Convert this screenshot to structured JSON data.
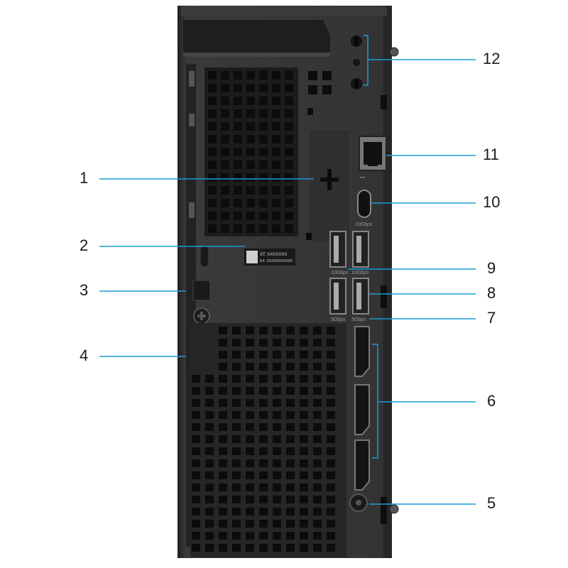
{
  "figure": {
    "callouts": [
      {
        "number": "1",
        "side": "left"
      },
      {
        "number": "2",
        "side": "left"
      },
      {
        "number": "3",
        "side": "left"
      },
      {
        "number": "4",
        "side": "left"
      },
      {
        "number": "5",
        "side": "right"
      },
      {
        "number": "6",
        "side": "right"
      },
      {
        "number": "7",
        "side": "right"
      },
      {
        "number": "8",
        "side": "right"
      },
      {
        "number": "9",
        "side": "right"
      },
      {
        "number": "10",
        "side": "right"
      },
      {
        "number": "11",
        "side": "right"
      },
      {
        "number": "12",
        "side": "right"
      }
    ],
    "service_label": {
      "line1": "ST: XXXXXXX",
      "line2": "EX: XXXXXXXXXXX"
    },
    "port_markings": {
      "usb_c_speed": "10Gbps",
      "usb_top_left": "10Gbps",
      "usb_top_right": "10Gbps",
      "usb_bottom_left": "5Gbps",
      "usb_bottom_right": "5Gbps"
    },
    "colors": {
      "chassis": "#2a2a2a",
      "panel": "#333333",
      "vent_hole": "#0c0c0c",
      "callout_line": "#1a9bd7",
      "text": "#1a1a1a"
    }
  }
}
